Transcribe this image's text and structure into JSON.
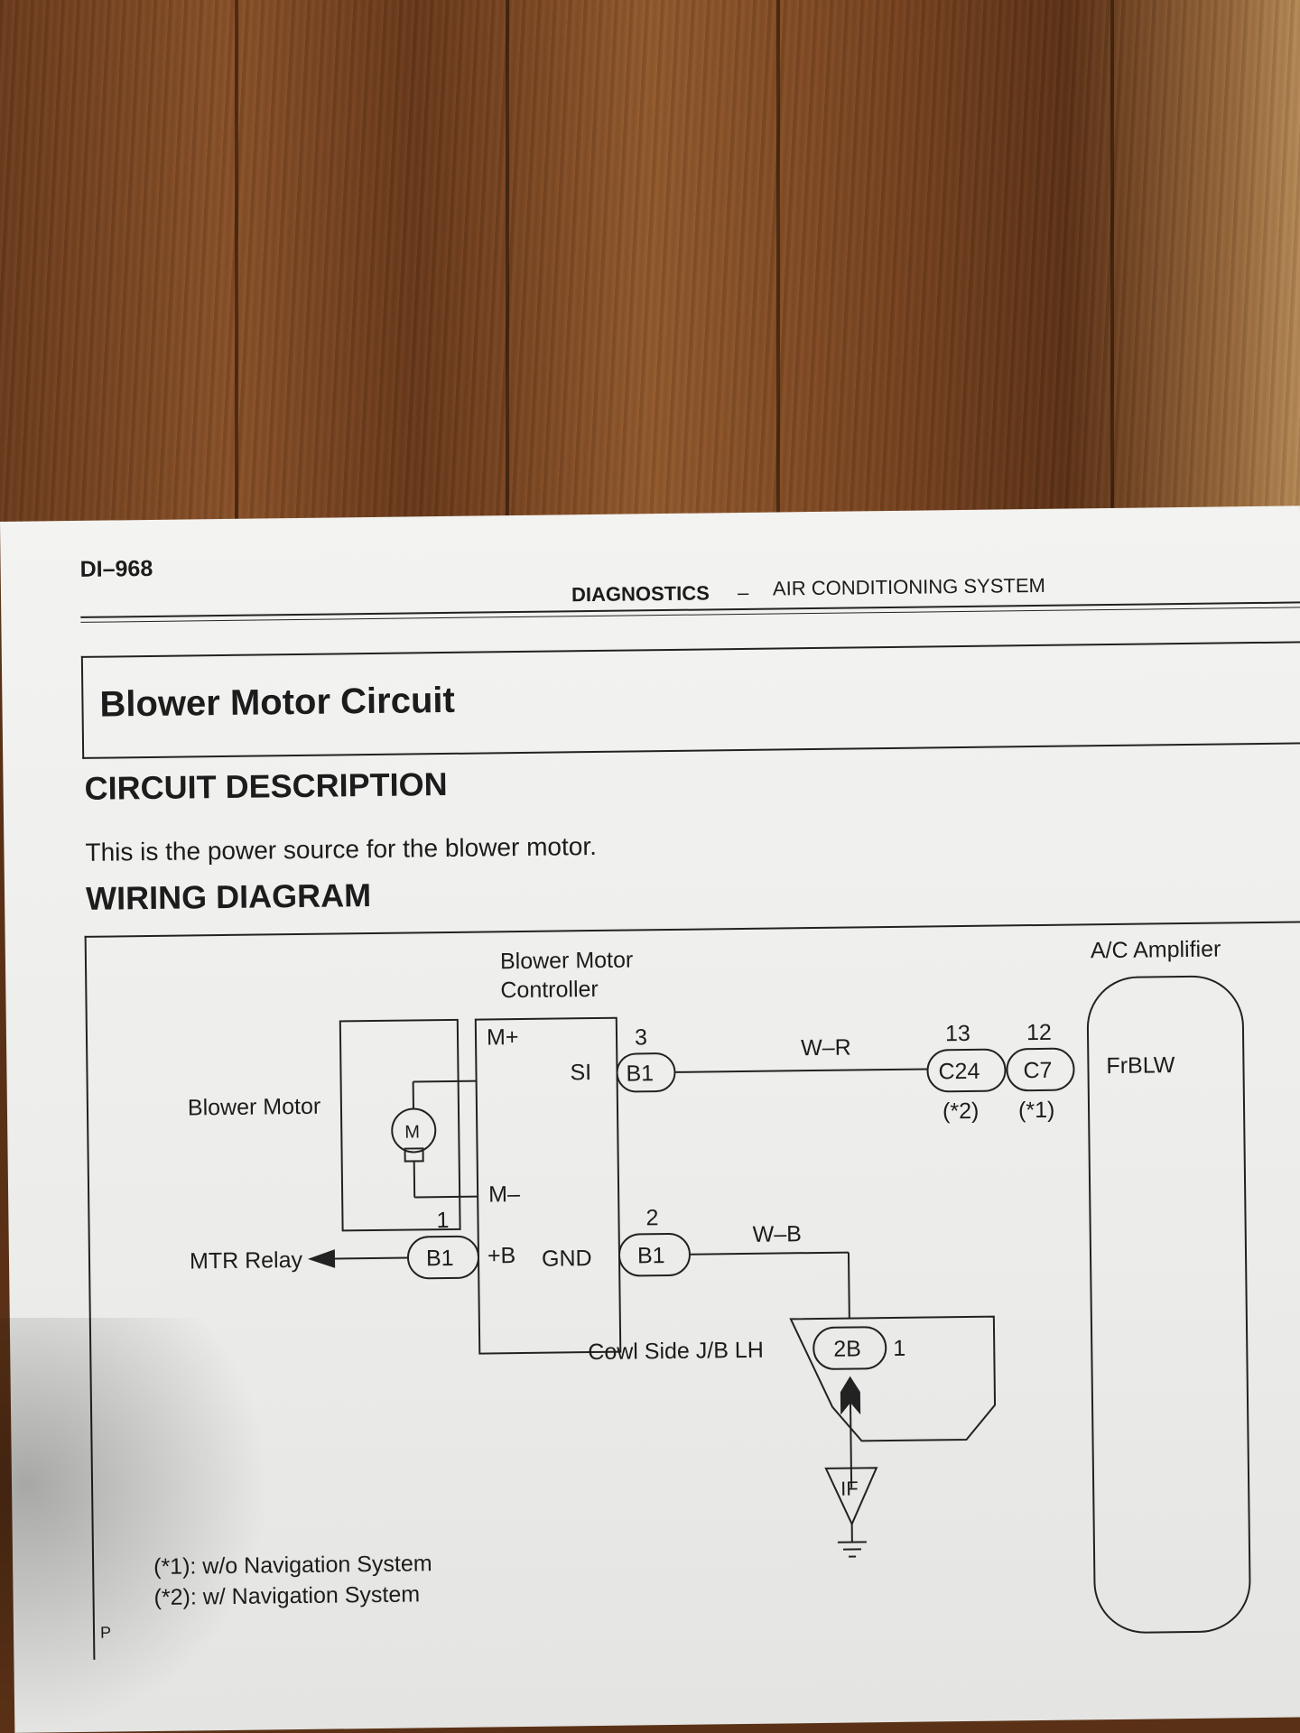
{
  "header": {
    "page_number": "DI–968",
    "section": "DIAGNOSTICS",
    "separator": "–",
    "system": "AIR CONDITIONING SYSTEM"
  },
  "title": "Blower Motor Circuit",
  "circuit_description": {
    "heading": "CIRCUIT DESCRIPTION",
    "text": "This is the power source for the blower motor."
  },
  "wiring_diagram": {
    "heading": "WIRING DIAGRAM",
    "components": {
      "controller": "Blower Motor\nController",
      "controller_line1": "Blower Motor",
      "controller_line2": "Controller",
      "blower_motor": "Blower Motor",
      "motor_symbol": "M",
      "amplifier": "A/C Amplifier",
      "mtr_relay": "MTR Relay",
      "junction_block": "Cowl Side J/B LH"
    },
    "terminals": {
      "m_plus": "M+",
      "m_minus": "M–",
      "si": "SI",
      "plus_b": "+B",
      "gnd": "GND",
      "frblw": "FrBLW",
      "if": "IF"
    },
    "connectors": {
      "b1_top": {
        "pin": "3",
        "label": "B1"
      },
      "b1_left": {
        "pin": "1",
        "label": "B1"
      },
      "b1_gnd": {
        "pin": "2",
        "label": "B1"
      },
      "c24": {
        "pin": "13",
        "label": "C24",
        "note": "(*2)"
      },
      "c7": {
        "pin": "12",
        "label": "C7",
        "note": "(*1)"
      },
      "jb_2b": {
        "pin": "1",
        "label": "2B"
      }
    },
    "wires": {
      "top": "W–R",
      "ground": "W–B"
    },
    "notes": [
      "(*1): w/o Navigation System",
      "(*2): w/ Navigation System"
    ],
    "corner_mark": "P"
  }
}
